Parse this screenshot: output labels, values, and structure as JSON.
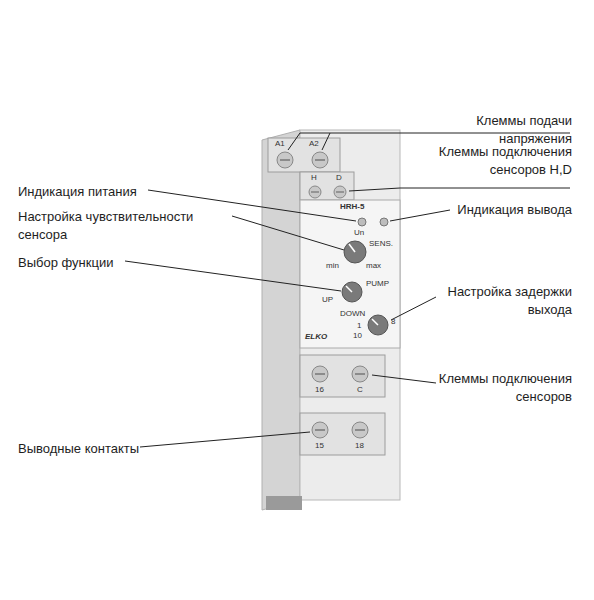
{
  "diagram": {
    "labels": [
      "Клеммы подачи напряжения",
      "Клеммы подключения сенсоров H,D",
      "Индикация питания",
      "Индикация вывода",
      "Настройка чувствительности сенсора",
      "Выбор функции",
      "Настройка задержки выхода",
      "Клеммы подключения сенсоров",
      "Выводные контакты",
      "A1",
      "A2",
      "H",
      "D",
      "HRH-5",
      "Un",
      "SENS.",
      "min",
      "max",
      "PUMP",
      "UP",
      "DOWN",
      "1",
      "10",
      "8",
      "ELKO",
      "16",
      "C",
      "15",
      "18"
    ]
  }
}
